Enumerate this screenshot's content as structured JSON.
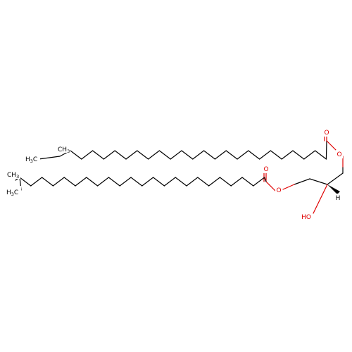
{
  "molecule": {
    "atoms": {
      "o_ester_top": "O",
      "o_carbonyl_top": "O",
      "o_ester_bottom": "O",
      "o_carbonyl_bottom": "O",
      "hydroxyl": "HO",
      "stereo_h": "H",
      "methyl_top_ch": "CH",
      "methyl_top_sub": "3",
      "ethyl_end_h": "H",
      "ethyl_end_c": "C",
      "ethyl_end_sub": "3",
      "methyl_bottom_ch": "CH",
      "methyl_bottom_sub": "3",
      "methyl_bottom2_h": "H",
      "methyl_bottom2_c": "C",
      "methyl_bottom2_sub": "3"
    },
    "colors": {
      "bond": "#000000",
      "oxygen": "#e00000"
    }
  }
}
